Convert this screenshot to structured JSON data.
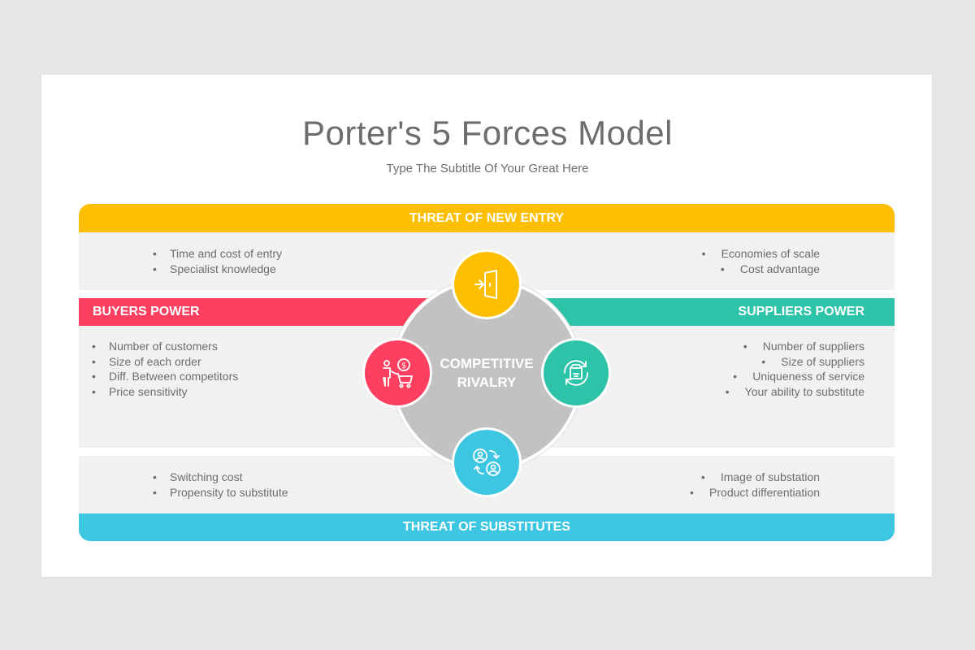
{
  "slide": {
    "title": "Porter's 5 Forces Model",
    "subtitle": "Type The Subtitle Of Your Great Here"
  },
  "center": {
    "line1": "COMPETITIVE",
    "line2": "RIVALRY",
    "color": "#c2c2c2"
  },
  "forces": {
    "new_entry": {
      "label": "THREAT OF NEW ENTRY",
      "color": "#fdbf00",
      "icon": "door-enter-icon",
      "left_items": [
        "Time and cost of entry",
        "Specialist knowledge"
      ],
      "right_items": [
        "Economies of scale",
        "Cost advantage"
      ]
    },
    "buyers": {
      "label": "BUYERS POWER",
      "color": "#ff3f5f",
      "icon": "buyer-cart-icon",
      "items": [
        "Number of customers",
        "Size of each order",
        "Diff. Between competitors",
        "Price sensitivity"
      ]
    },
    "suppliers": {
      "label": "SUPPLIERS POWER",
      "color": "#2cc3a8",
      "icon": "supplier-box-icon",
      "items": [
        "Number of suppliers",
        "Size of suppliers",
        "Uniqueness of service",
        "Your ability to substitute"
      ]
    },
    "substitutes": {
      "label": "THREAT OF SUBSTITUTES",
      "color": "#3dc6e2",
      "icon": "user-swap-icon",
      "left_items": [
        "Switching cost",
        "Propensity to substitute"
      ],
      "right_items": [
        "Image of substation",
        "Product differentiation"
      ]
    }
  }
}
